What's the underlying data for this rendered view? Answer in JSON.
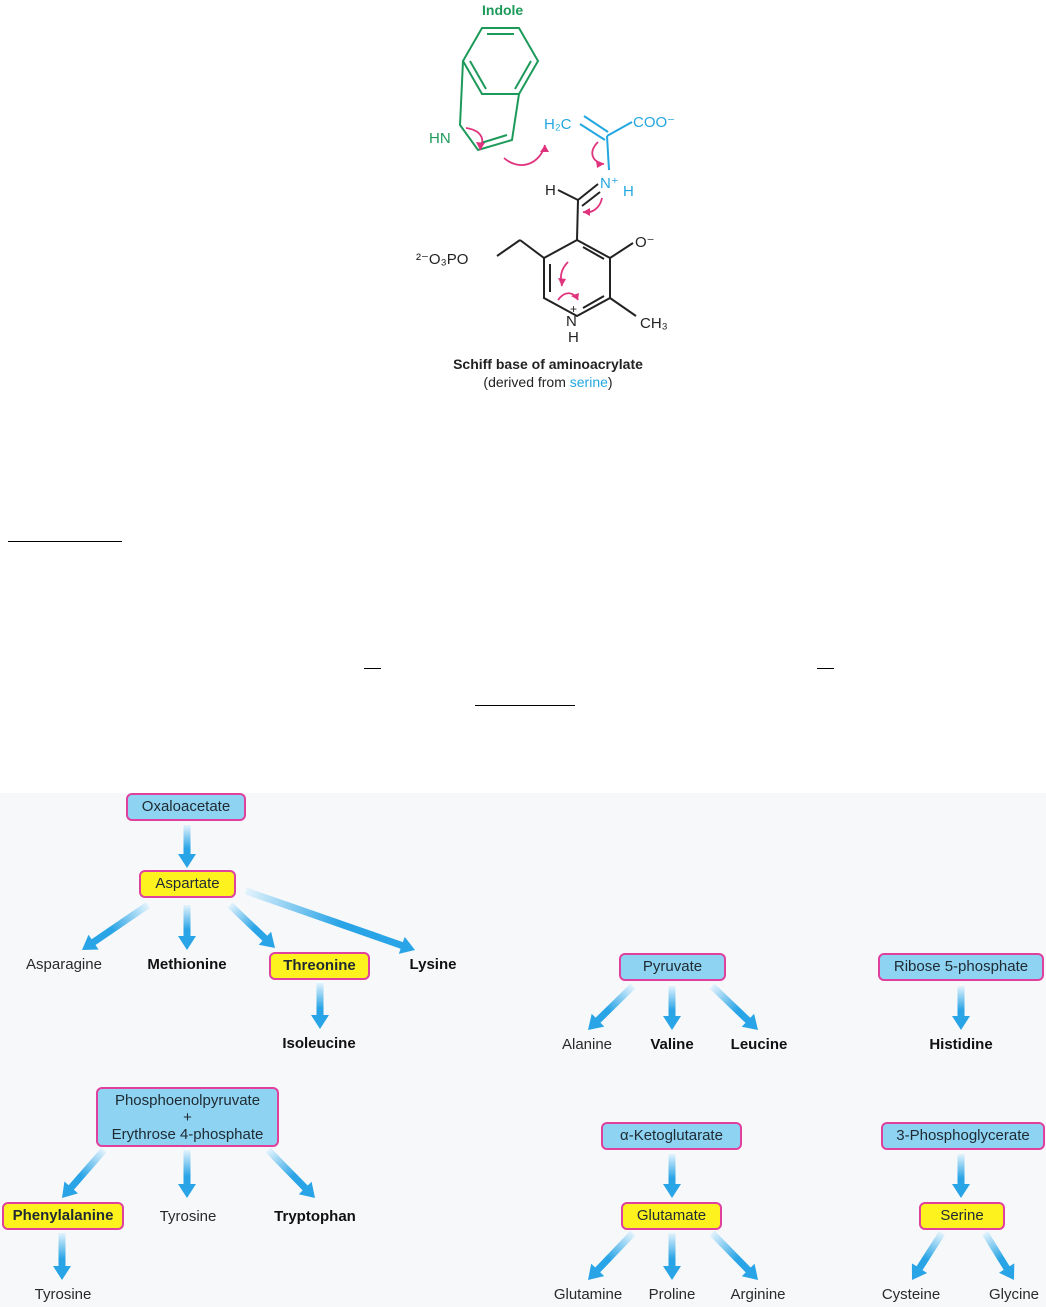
{
  "reaction": {
    "indole_label": "Indole",
    "indole_nh": "HN",
    "ch2": "H₂C",
    "coo": "COO⁻",
    "n_plus": "N⁺",
    "h_on_n": "H",
    "h_on_c": "H",
    "o_minus": "O⁻",
    "phosphate": "²⁻O₃PO",
    "ring_n_plus": "+",
    "ring_n": "N",
    "ring_h": "H",
    "methyl": "CH₃",
    "caption_title": "Schiff base of aminoacrylate",
    "caption_sub_prefix": "(derived from ",
    "caption_sub_highlight": "serine",
    "caption_sub_suffix": ")"
  },
  "colors": {
    "indole": "#1d9a5a",
    "aminoacrylate": "#22a7e0",
    "curved_arrow": "#e0337e",
    "box_border": "#e0409e",
    "box_blue": "#8ed3f1",
    "box_yellow": "#fdf21d",
    "arrow": "#29a4e6"
  },
  "pathway": {
    "oxaloacetate": "Oxaloacetate",
    "aspartate": "Aspartate",
    "asparagine": "Asparagine",
    "methionine": "Methionine",
    "threonine": "Threonine",
    "lysine": "Lysine",
    "isoleucine": "Isoleucine",
    "pep_line1": "Phosphoenolpyruvate",
    "pep_line2": "+",
    "pep_line3": "Erythrose 4-phosphate",
    "phenylalanine": "Phenylalanine",
    "tyrosine_mid": "Tyrosine",
    "tryptophan": "Tryptophan",
    "tyrosine_bottom": "Tyrosine",
    "pyruvate": "Pyruvate",
    "alanine": "Alanine",
    "valine": "Valine",
    "leucine": "Leucine",
    "ribose": "Ribose 5-phosphate",
    "histidine": "Histidine",
    "ketoglutarate": "α-Ketoglutarate",
    "glutamate": "Glutamate",
    "glutamine": "Glutamine",
    "proline": "Proline",
    "arginine": "Arginine",
    "phosphoglycerate": "3-Phosphoglycerate",
    "serine": "Serine",
    "cysteine": "Cysteine",
    "glycine": "Glycine"
  }
}
